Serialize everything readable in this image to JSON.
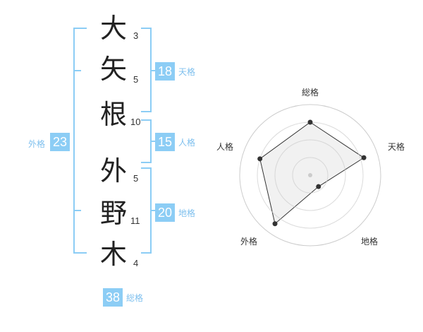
{
  "colors": {
    "accent": "#8ccdf5",
    "accent_text": "#7fc0ee",
    "bracket": "#8ccdf5",
    "radar_fill": "#eeeeee",
    "radar_grid": "#cccccc",
    "radar_line": "#333333"
  },
  "name": {
    "surname": [
      {
        "char": "大",
        "strokes": "3"
      },
      {
        "char": "矢",
        "strokes": "5"
      },
      {
        "char": "根",
        "strokes": "10"
      }
    ],
    "given": [
      {
        "char": "外",
        "strokes": "5"
      },
      {
        "char": "野",
        "strokes": "11"
      },
      {
        "char": "木",
        "strokes": "4"
      }
    ]
  },
  "kakusu": {
    "tenkaku": {
      "value": "18",
      "label": "天格"
    },
    "jinkaku": {
      "value": "15",
      "label": "人格"
    },
    "chikaku": {
      "value": "20",
      "label": "地格"
    },
    "gaikaku": {
      "value": "23",
      "label": "外格"
    },
    "soukaku": {
      "value": "38",
      "label": "総格"
    }
  },
  "chart_data": {
    "type": "radar",
    "axes": [
      "総格",
      "天格",
      "地格",
      "外格",
      "人格"
    ],
    "values": [
      0.75,
      0.8,
      0.2,
      0.85,
      0.75
    ],
    "rings": 4,
    "max": 1
  }
}
